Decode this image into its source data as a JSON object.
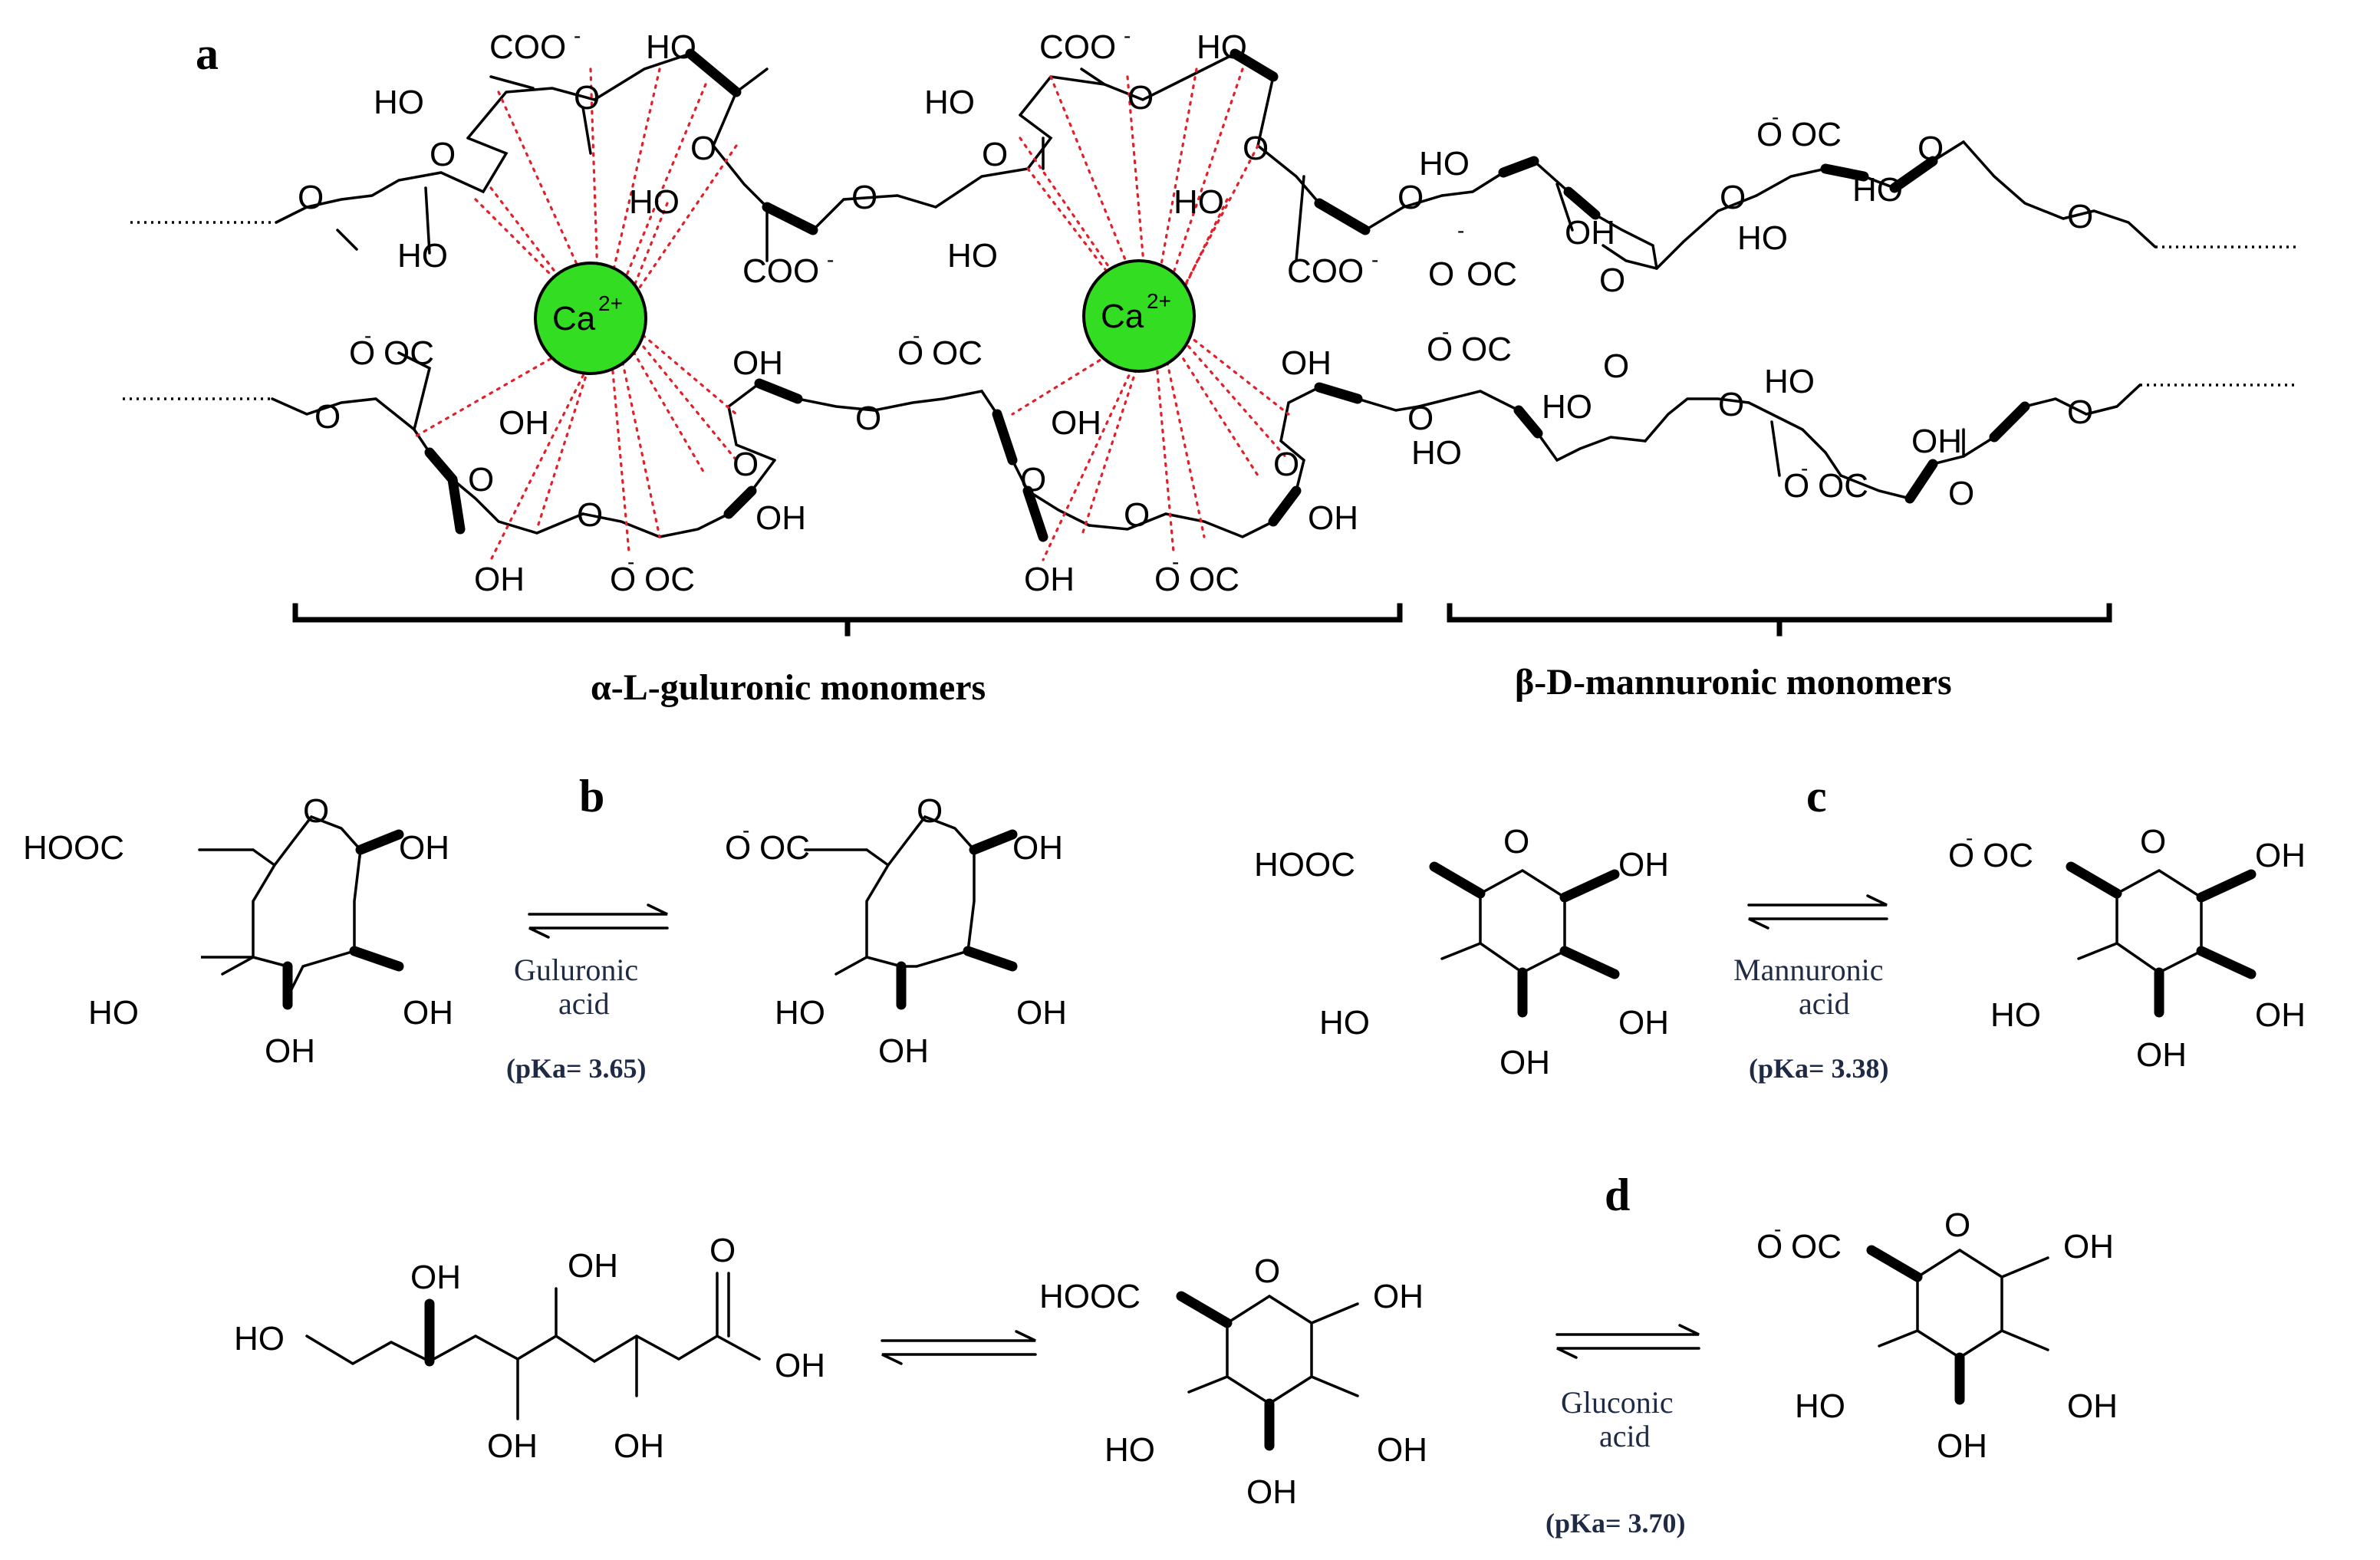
{
  "colors": {
    "calcium": "#33dd22",
    "ionic_bond": "#e0202a",
    "acid_text": "#1f2a44"
  },
  "panel_a": {
    "label": "a",
    "calcium_ion": "Ca",
    "calcium_charge": "2+",
    "brace_left_label": "α-L-guluronic monomers",
    "brace_right_label": "β-D-mannuronic monomers"
  },
  "groups": {
    "ho": "HO",
    "oh": "OH",
    "o": "O",
    "coo_minus": "COO",
    "ooc": "OC",
    "neg": "-",
    "hooc": "HOOC"
  },
  "panel_b": {
    "label": "b",
    "acid_line1": "Guluronic",
    "acid_line2": "acid",
    "pka": "(pKa= 3.65)"
  },
  "panel_c": {
    "label": "c",
    "acid_line1": "Mannuronic",
    "acid_line2": "acid",
    "pka": "(pKa= 3.38)"
  },
  "panel_d": {
    "label": "d",
    "acid_line1": "Gluconic",
    "acid_line2": "acid",
    "pka": "(pKa= 3.70)"
  }
}
